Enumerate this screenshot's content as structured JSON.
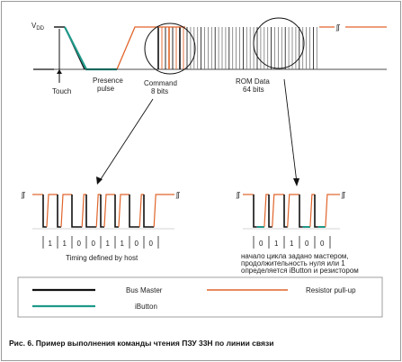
{
  "labels": {
    "vdd": "V",
    "vdd_sub": "DD",
    "touch": "Touch",
    "presence_1": "Presence",
    "presence_2": "pulse",
    "command_1": "Command",
    "command_2": "8 bits",
    "rom_1": "ROM Data",
    "rom_2": "64 bits",
    "break_mark": "ʃʃ",
    "timing": "Timing defined by host",
    "note_1": "начало цикла задано мастером,",
    "note_2": "продолжительность нуля или 1",
    "note_3": "определяется iButton и резистором"
  },
  "bits_left": [
    "1",
    "1",
    "0",
    "0",
    "1",
    "1",
    "0",
    "0"
  ],
  "bits_right": [
    "0",
    "1",
    "1",
    "0",
    "0"
  ],
  "legend": {
    "bus_master": "Bus Master",
    "resistor": "Resistor pull-up",
    "ibutton": "iButton"
  },
  "caption": "Рис. 6. Пример выполнения команды чтения ПЗУ 33Н по линии связи",
  "colors": {
    "bus_master": "#111111",
    "resistor": "#e0642a",
    "ibutton": "#1f9a8a",
    "frame": "#888888"
  }
}
